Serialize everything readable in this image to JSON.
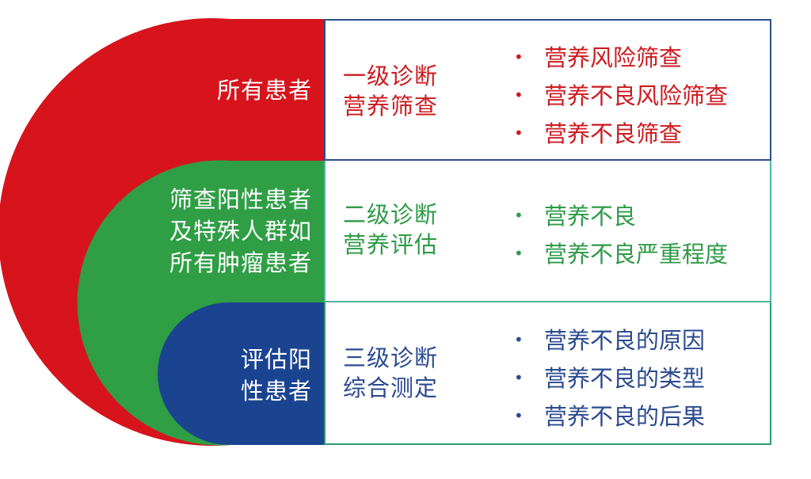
{
  "segments": [
    {
      "label_lines": [
        "所有患者"
      ],
      "color": "#d7141c"
    },
    {
      "label_lines": [
        "筛查阳性患者",
        "及特殊人群如",
        "所有肿瘤患者"
      ],
      "color": "#2f9e45"
    },
    {
      "label_lines": [
        "评估阳",
        "性患者"
      ],
      "color": "#1b4490"
    }
  ],
  "levels": [
    {
      "title_lines": [
        "一级诊断",
        "营养筛查"
      ],
      "color": "#cc1a1f",
      "items": [
        "营养风险筛查",
        "营养不良风险筛查",
        "营养不良筛查"
      ]
    },
    {
      "title_lines": [
        "二级诊断",
        "营养评估"
      ],
      "color": "#2e9a47",
      "items": [
        "营养不良",
        "营养不良严重程度"
      ]
    },
    {
      "title_lines": [
        "三级诊断",
        "综合测定"
      ],
      "color": "#2b4a8f",
      "items": [
        "营养不良的原因",
        "营养不良的类型",
        "营养不良的后果"
      ]
    }
  ],
  "bullet_glyph": "•"
}
